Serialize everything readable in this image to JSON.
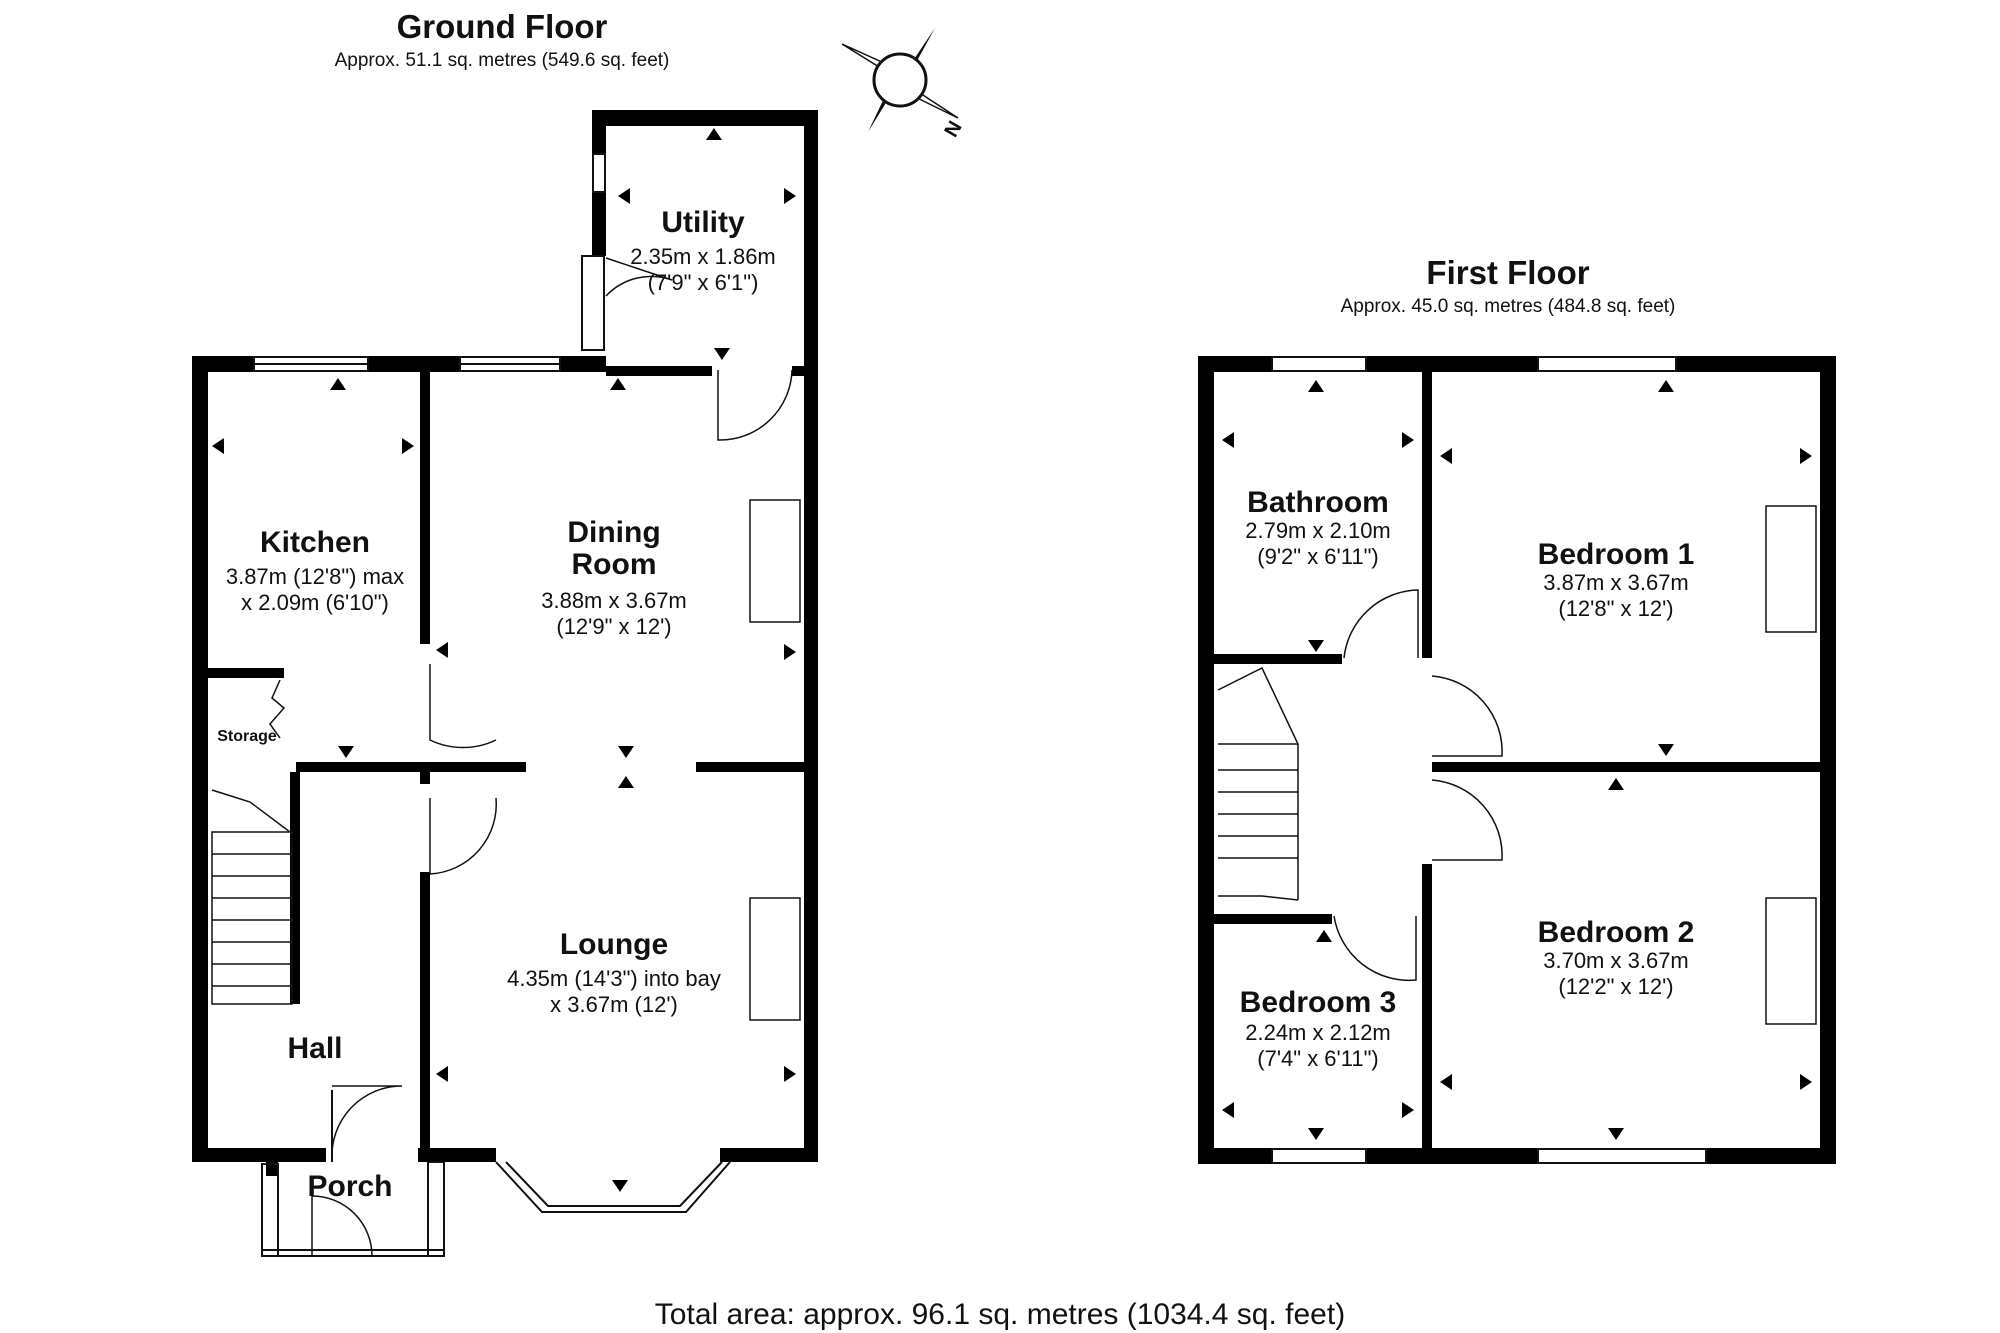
{
  "ground_floor": {
    "title": "Ground Floor",
    "area": "Approx. 51.1 sq. metres (549.6 sq. feet)",
    "rooms": {
      "utility": {
        "name": "Utility",
        "dim1": "2.35m x 1.86m",
        "dim2": "(7'9\" x 6'1\")"
      },
      "kitchen": {
        "name": "Kitchen",
        "dim1": "3.87m (12'8\") max",
        "dim2": "x 2.09m (6'10\")"
      },
      "dining": {
        "name1": "Dining",
        "name2": "Room",
        "dim1": "3.88m x 3.67m",
        "dim2": "(12'9\" x 12')"
      },
      "storage": {
        "name": "Storage"
      },
      "lounge": {
        "name": "Lounge",
        "dim1": "4.35m (14'3\") into bay",
        "dim2": "x 3.67m (12')"
      },
      "hall": {
        "name": "Hall"
      },
      "porch": {
        "name": "Porch"
      }
    }
  },
  "first_floor": {
    "title": "First Floor",
    "area": "Approx. 45.0 sq. metres (484.8 sq. feet)",
    "rooms": {
      "bathroom": {
        "name": "Bathroom",
        "dim1": "2.79m x 2.10m",
        "dim2": "(9'2\" x 6'11\")"
      },
      "bedroom1": {
        "name": "Bedroom 1",
        "dim1": "3.87m x 3.67m",
        "dim2": "(12'8\" x 12')"
      },
      "bedroom2": {
        "name": "Bedroom 2",
        "dim1": "3.70m x 3.67m",
        "dim2": "(12'2\" x 12')"
      },
      "bedroom3": {
        "name": "Bedroom 3",
        "dim1": "2.24m x 2.12m",
        "dim2": "(7'4\" x 6'11\")"
      }
    }
  },
  "compass": {
    "label": "N"
  },
  "total_area": "Total area: approx. 96.1 sq. metres (1034.4 sq. feet)"
}
